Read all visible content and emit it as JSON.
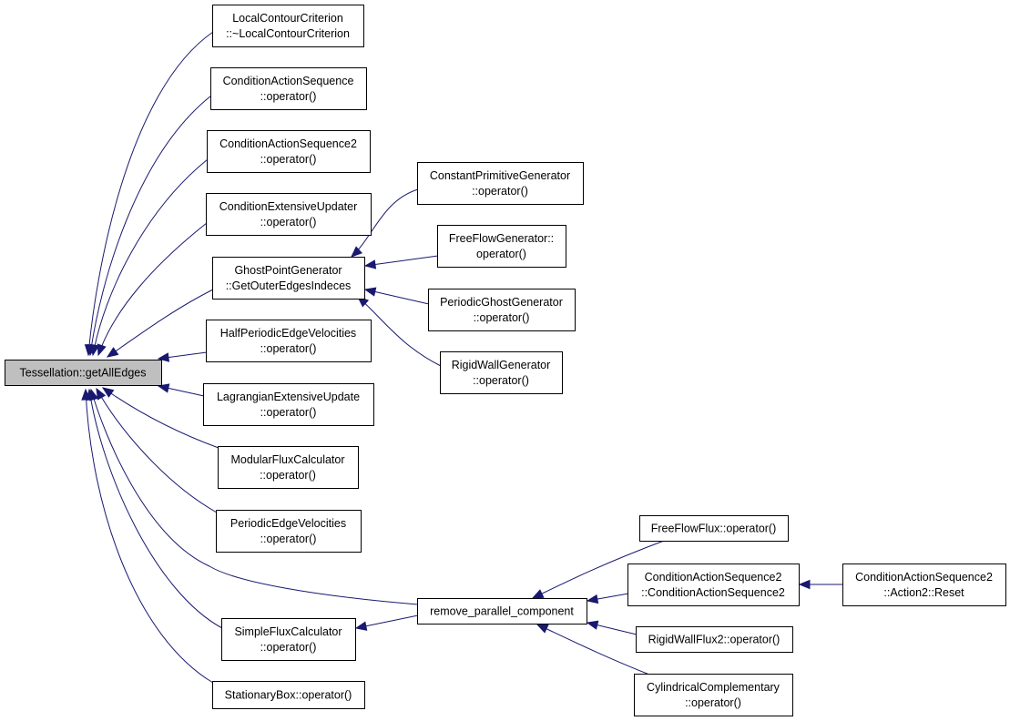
{
  "graph": {
    "edge_color": "#191970",
    "root_fill": "#bfbfbf",
    "nodes": [
      {
        "id": "tess",
        "lines": [
          "Tessellation::getAllEdges"
        ],
        "root": true
      },
      {
        "id": "lcc",
        "lines": [
          "LocalContourCriterion",
          "::~LocalContourCriterion"
        ]
      },
      {
        "id": "cas",
        "lines": [
          "ConditionActionSequence",
          "::operator()"
        ]
      },
      {
        "id": "cas2",
        "lines": [
          "ConditionActionSequence2",
          "::operator()"
        ]
      },
      {
        "id": "ceu",
        "lines": [
          "ConditionExtensiveUpdater",
          "::operator()"
        ]
      },
      {
        "id": "gpg",
        "lines": [
          "GhostPointGenerator",
          "::GetOuterEdgesIndeces"
        ]
      },
      {
        "id": "hpev",
        "lines": [
          "HalfPeriodicEdgeVelocities",
          "::operator()"
        ]
      },
      {
        "id": "leu",
        "lines": [
          "LagrangianExtensiveUpdate",
          "::operator()"
        ]
      },
      {
        "id": "mfc",
        "lines": [
          "ModularFluxCalculator",
          "::operator()"
        ]
      },
      {
        "id": "pev",
        "lines": [
          "PeriodicEdgeVelocities",
          "::operator()"
        ]
      },
      {
        "id": "rpc",
        "lines": [
          "remove_parallel_component"
        ]
      },
      {
        "id": "sfc",
        "lines": [
          "SimpleFluxCalculator",
          "::operator()"
        ]
      },
      {
        "id": "sbox",
        "lines": [
          "StationaryBox::operator()"
        ]
      },
      {
        "id": "cpg",
        "lines": [
          "ConstantPrimitiveGenerator",
          "::operator()"
        ]
      },
      {
        "id": "ffg",
        "lines": [
          "FreeFlowGenerator::",
          "operator()"
        ]
      },
      {
        "id": "pgg",
        "lines": [
          "PeriodicGhostGenerator",
          "::operator()"
        ]
      },
      {
        "id": "rwg",
        "lines": [
          "RigidWallGenerator",
          "::operator()"
        ]
      },
      {
        "id": "fff",
        "lines": [
          "FreeFlowFlux::operator()"
        ]
      },
      {
        "id": "cas2c",
        "lines": [
          "ConditionActionSequence2",
          "::ConditionActionSequence2"
        ]
      },
      {
        "id": "rwf2",
        "lines": [
          "RigidWallFlux2::operator()"
        ]
      },
      {
        "id": "cyl",
        "lines": [
          "CylindricalComplementary",
          "::operator()"
        ]
      },
      {
        "id": "cas2r",
        "lines": [
          "ConditionActionSequence2",
          "::Action2::Reset"
        ]
      }
    ],
    "edges": [
      {
        "from": "lcc",
        "to": "tess"
      },
      {
        "from": "cas",
        "to": "tess"
      },
      {
        "from": "cas2",
        "to": "tess"
      },
      {
        "from": "ceu",
        "to": "tess"
      },
      {
        "from": "gpg",
        "to": "tess"
      },
      {
        "from": "hpev",
        "to": "tess"
      },
      {
        "from": "leu",
        "to": "tess"
      },
      {
        "from": "mfc",
        "to": "tess"
      },
      {
        "from": "pev",
        "to": "tess"
      },
      {
        "from": "rpc",
        "to": "tess"
      },
      {
        "from": "sfc",
        "to": "tess"
      },
      {
        "from": "sbox",
        "to": "tess"
      },
      {
        "from": "cpg",
        "to": "gpg"
      },
      {
        "from": "ffg",
        "to": "gpg"
      },
      {
        "from": "pgg",
        "to": "gpg"
      },
      {
        "from": "rwg",
        "to": "gpg"
      },
      {
        "from": "rpc",
        "to": "sfc"
      },
      {
        "from": "fff",
        "to": "rpc"
      },
      {
        "from": "cas2c",
        "to": "rpc"
      },
      {
        "from": "rwf2",
        "to": "rpc"
      },
      {
        "from": "cyl",
        "to": "rpc"
      },
      {
        "from": "cas2r",
        "to": "cas2c"
      }
    ]
  }
}
